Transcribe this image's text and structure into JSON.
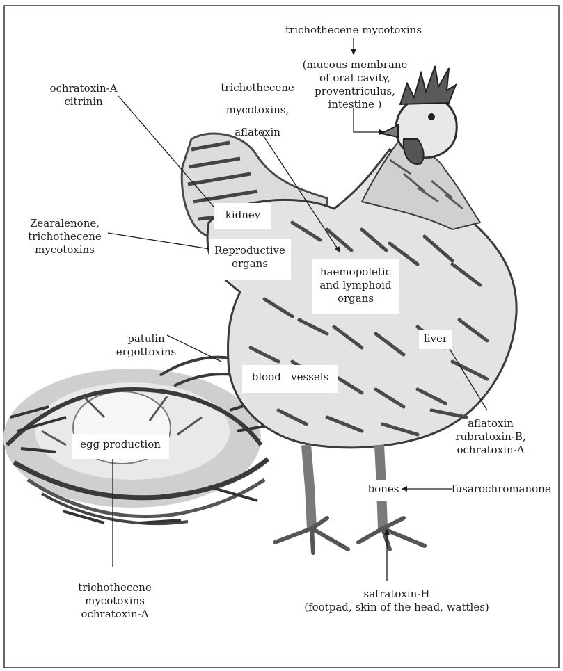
{
  "labels": {
    "trichothecene_top": "trichothecene mycotoxins",
    "oral_cavity": "(mucous membrane\nof oral cavity,\nproventriculus,\nintestine )",
    "ochratoxin_citrinin": "ochratoxin-A\ncitrinin",
    "trichothecene_aflatoxin": "trichothecene\n\nmycotoxins,\n\naflatoxin",
    "zearalenone": "Zearalenone,\ntrichothecene\nmycotoxins",
    "patulin": "patulin\nergottoxins",
    "liver_toxins": "aflatoxin\nrubratoxin-B,\nochratoxin-A",
    "fusarochromanone": "fusarochromanone",
    "egg_toxins": "trichothecene\nmycotoxins\nochratoxin-A",
    "satratoxin": "satratoxin-H\n(footpad, skin of the head, wattles)"
  },
  "organs": {
    "kidney": "kidney",
    "reproductive": "Reproductive\norgans",
    "haemopoietic": "haemopoletic\nand lymphoid\norgans",
    "liver": "liver",
    "blood_vessels": "blood   vessels",
    "egg_production": "egg production",
    "bones": "bones"
  },
  "colors": {
    "ink": "#1c1c1c",
    "feather_light": "#e6e6e6",
    "feather_mid": "#b9b9b9",
    "feather_dark": "#4a4a4a",
    "paper": "#ffffff"
  }
}
